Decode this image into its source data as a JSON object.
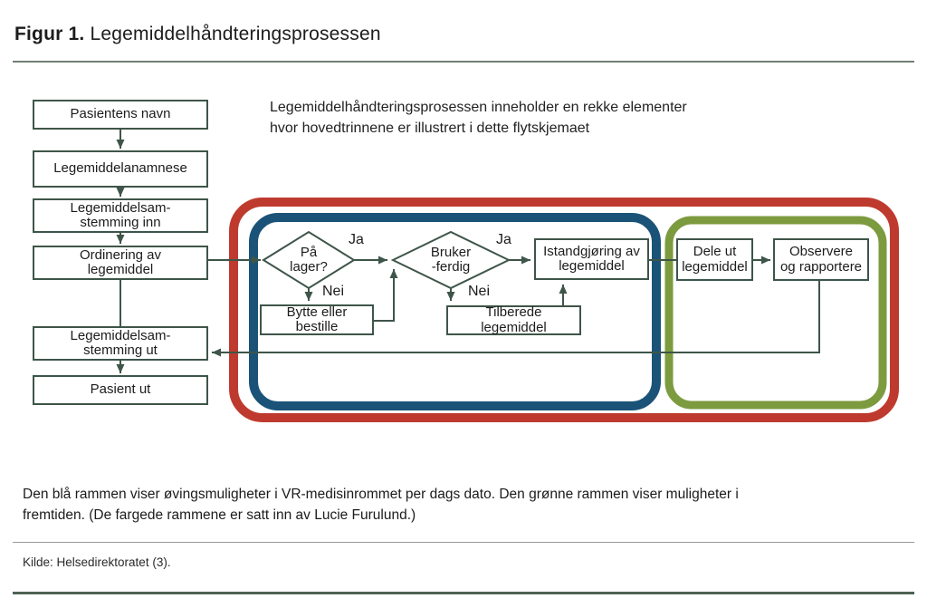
{
  "title": {
    "prefix": "Figur 1.",
    "text": "Legemiddelhåndteringsprosessen"
  },
  "intro": {
    "lines": [
      "Legemiddelhåndteringsprosessen inneholder en rekke elementer",
      "hvor hovedtrinnene er illustrert i dette flytskjemaet"
    ]
  },
  "left_column": {
    "boxes": [
      {
        "lines": [
          "Pasientens navn"
        ]
      },
      {
        "lines": [
          "Legemiddelanamnese"
        ]
      },
      {
        "lines": [
          "Legemiddelsam-",
          "stemming inn"
        ]
      },
      {
        "lines": [
          "Ordinering av",
          "legemiddel"
        ]
      },
      {
        "lines": [
          "Legemiddelsam-",
          "stemming ut"
        ]
      },
      {
        "lines": [
          "Pasient ut"
        ]
      }
    ]
  },
  "flowchart": {
    "decision1": {
      "lines": [
        "På",
        "lager?"
      ]
    },
    "decision2": {
      "lines": [
        "Bruker",
        "-ferdig"
      ]
    },
    "labels": {
      "yes1": "Ja",
      "no1": "Nei",
      "yes2": "Ja",
      "no2": "Nei"
    },
    "boxes": {
      "bytte": {
        "lines": [
          "Bytte eller",
          "bestille"
        ]
      },
      "tilberede": {
        "lines": [
          "Tilberede",
          "legemiddel"
        ]
      },
      "istandgjoring": {
        "lines": [
          "Istandgjøring av",
          "legemiddel"
        ]
      },
      "dele": {
        "lines": [
          "Dele ut",
          "legemiddel"
        ]
      },
      "observere": {
        "lines": [
          "Observere",
          "og rapportere"
        ]
      }
    }
  },
  "colors": {
    "red_frame": "#bf3a2e",
    "blue_frame": "#1a5377",
    "green_frame": "#7c9b3f",
    "line": "#3e5549"
  },
  "caption": {
    "lines": [
      "Den blå rammen viser øvingsmuligheter i VR-medisinrommet per dags dato. Den grønne rammen viser muligheter i",
      "fremtiden. (De fargede rammene er satt inn av Lucie Furulund.)"
    ]
  },
  "source": {
    "text": "Kilde: Helsedirektoratet (3)."
  }
}
